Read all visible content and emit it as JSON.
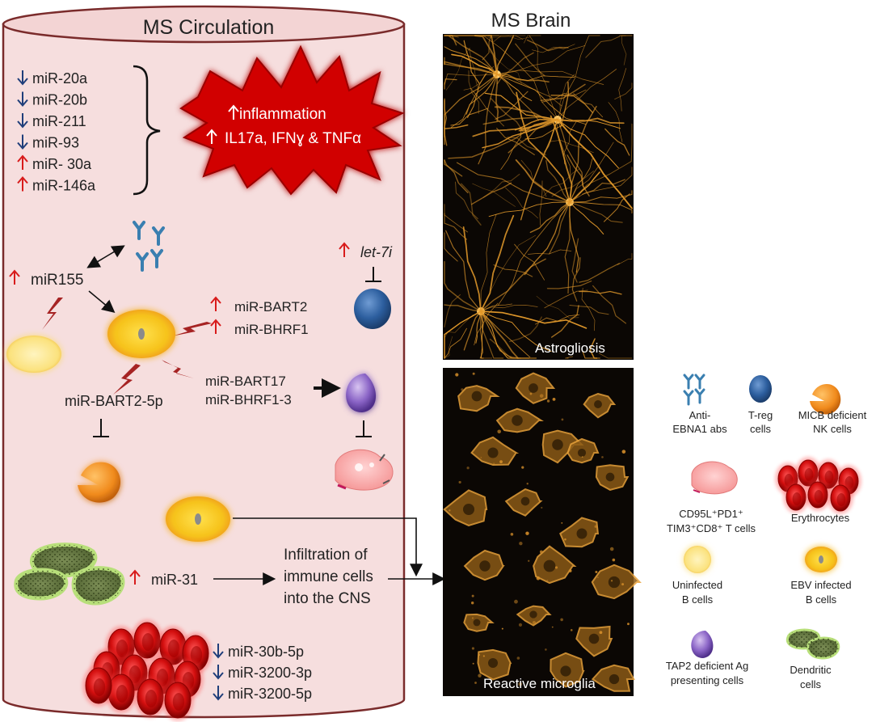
{
  "circulation": {
    "title": "MS Circulation",
    "mirna_list": [
      {
        "dir": "down",
        "label": "miR-20a"
      },
      {
        "dir": "down",
        "label": "miR-20b"
      },
      {
        "dir": "down",
        "label": "miR-211"
      },
      {
        "dir": "down",
        "label": "miR-93"
      },
      {
        "dir": "up",
        "label": "miR- 30a"
      },
      {
        "dir": "up",
        "label": "miR-146a"
      }
    ],
    "inflammation": {
      "line1": "inflammation",
      "line2": "IL17a, IFNɣ & TNFα"
    },
    "mir155": "miR155",
    "let7i": "let-7i",
    "bart2": "miR-BART2",
    "bhrf1": "miR-BHRF1",
    "bart17": "miR-BART17",
    "bhrf1_3": "miR-BHRF1-3",
    "bart2_5p": "miR-BART2-5p",
    "mir31": "miR-31",
    "infiltration": [
      "Infiltration of",
      "immune cells",
      "into the CNS"
    ],
    "erythro_mirnas": [
      {
        "dir": "down",
        "label": "miR-30b-5p"
      },
      {
        "dir": "down",
        "label": "miR-3200-3p"
      },
      {
        "dir": "down",
        "label": "miR-3200-5p"
      }
    ]
  },
  "brain": {
    "title": "MS Brain",
    "panel_top_label": "Astrogliosis",
    "panel_bottom_label": "Reactive microglia"
  },
  "legend": {
    "anti_ebna": [
      "Anti-",
      "EBNA1 abs"
    ],
    "treg": [
      "T-reg",
      "cells"
    ],
    "micb": [
      "MICB deficient",
      "NK cells"
    ],
    "cd95": [
      "CD95L⁺PD1⁺",
      "TIM3⁺CD8⁺ T cells"
    ],
    "erythrocytes": "Erythrocytes",
    "uninfected": [
      "Uninfected",
      "B cells"
    ],
    "ebv": [
      "EBV infected",
      "B cells"
    ],
    "tap2": [
      "TAP2 deficient Ag",
      "presenting cells"
    ],
    "dendritic": [
      "Dendritic",
      "cells"
    ]
  },
  "colors": {
    "cylinder_fill": "#f6dede",
    "cylinder_stroke": "#7a2b2b",
    "red_up": "#d81b1b",
    "blue_down": "#1f3e7a",
    "burst": "#d10000",
    "micro_bg": "#0b0704",
    "glow": "#e8a23a"
  }
}
